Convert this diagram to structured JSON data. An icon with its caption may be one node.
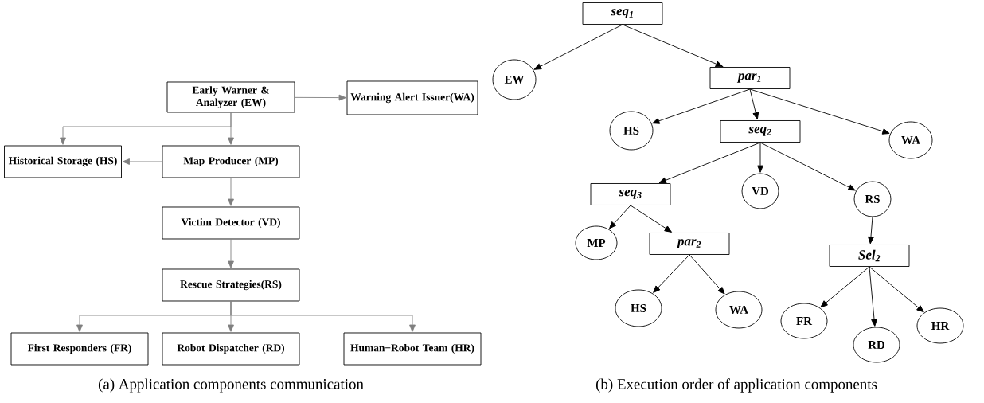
{
  "diagram": {
    "nodes": [
      {
        "text": [
          "Early Warner & Analyzer (EW)"
        ]
      },
      {
        "text": [
          "Warning Alert Issuer(WA)"
        ]
      },
      {
        "text": [
          "Historical Storage (HS)"
        ]
      },
      {
        "text": [
          "Map Producer (MP)"
        ]
      },
      {
        "text": [
          "Victim Detector (VD)"
        ]
      },
      {
        "text": [
          "Rescue Strategies(RS)"
        ]
      },
      {
        "text": [
          "First Responders (FR)"
        ]
      },
      {
        "text": [
          "Robot Dispatcher (RD)"
        ]
      },
      {
        "text": [
          "Human−Robot Team (HR)"
        ]
      },
      {
        "text": [
          "seq$_{1}$"
        ]
      },
      {
        "text": [
          "EW"
        ]
      },
      {
        "text": [
          "par$_{1}$"
        ]
      },
      {
        "text": [
          "HS"
        ]
      },
      {
        "text": [
          "seq$_{2}$"
        ]
      },
      {
        "text": [
          "WA"
        ]
      },
      {
        "text": [
          "seq$_{3}$"
        ]
      },
      {
        "text": [
          "VD"
        ]
      },
      {
        "text": [
          "RS"
        ]
      },
      {
        "text": [
          "MP"
        ]
      },
      {
        "text": [
          "par$_{2}$"
        ]
      },
      {
        "text": [
          "Sel$_{2}$"
        ]
      },
      {
        "text": [
          "HS"
        ]
      },
      {
        "text": [
          "WA"
        ]
      },
      {
        "text": [
          "FR"
        ]
      },
      {
        "text": [
          "RD"
        ]
      },
      {
        "text": [
          "HR"
        ]
      }
    ],
    "edges": [
      {
        "from": 0,
        "to": 1,
        "arrow": "to",
        "color": "#7f7f7f"
      },
      {
        "from": 0,
        "to": 2,
        "arrow": "to",
        "color": "#7f7f7f"
      },
      {
        "from": 0,
        "to": 3,
        "arrow": "to",
        "color": "#7f7f7f"
      },
      {
        "from": 3,
        "to": 2,
        "arrow": "to",
        "color": "#7f7f7f"
      },
      {
        "from": 3,
        "to": 4,
        "arrow": "to",
        "color": "#7f7f7f"
      },
      {
        "from": 4,
        "to": 5,
        "arrow": "to",
        "color": "#7f7f7f"
      },
      {
        "from": 5,
        "to": 6,
        "arrow": "to",
        "color": "#7f7f7f"
      },
      {
        "from": 5,
        "to": 7,
        "arrow": "to",
        "color": "#7f7f7f"
      },
      {
        "from": 5,
        "to": 8,
        "arrow": "to",
        "color": "#7f7f7f"
      },
      {
        "from": 9,
        "to": 10,
        "arrow": "to"
      },
      {
        "from": 9,
        "to": 11,
        "arrow": "to"
      },
      {
        "from": 11,
        "to": 12,
        "arrow": "to"
      },
      {
        "from": 11,
        "to": 13,
        "arrow": "to"
      },
      {
        "from": 11,
        "to": 14,
        "arrow": "to"
      },
      {
        "from": 13,
        "to": 15,
        "arrow": "to"
      },
      {
        "from": 13,
        "to": 16,
        "arrow": "to"
      },
      {
        "from": 13,
        "to": 17,
        "arrow": "to"
      },
      {
        "from": 15,
        "to": 18,
        "arrow": "to"
      },
      {
        "from": 15,
        "to": 19,
        "arrow": "to"
      },
      {
        "from": 19,
        "to": 21,
        "arrow": "to"
      },
      {
        "from": 19,
        "to": 22,
        "arrow": "to"
      },
      {
        "from": 17,
        "to": 20,
        "arrow": "to"
      },
      {
        "from": 20,
        "to": 23,
        "arrow": "to"
      },
      {
        "from": 20,
        "to": 24,
        "arrow": "to"
      },
      {
        "from": 20,
        "to": 25,
        "arrow": "to"
      }
    ],
    "labels": [
      "(a)  Application components communication",
      "(b)  Execution order of application components"
    ]
  }
}
